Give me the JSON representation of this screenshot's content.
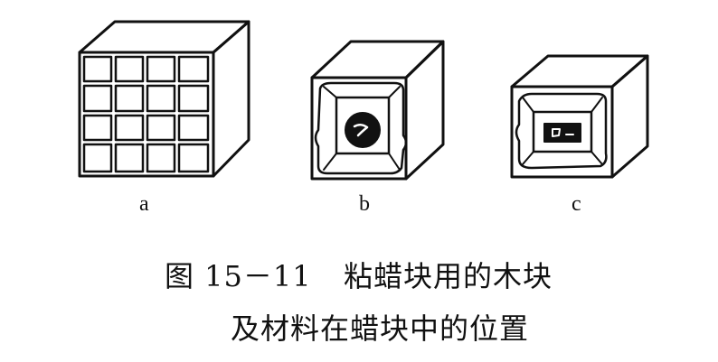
{
  "figure": {
    "panels": [
      {
        "label": "a"
      },
      {
        "label": "b"
      },
      {
        "label": "c"
      }
    ],
    "caption": {
      "number": "图 15－11",
      "line1": "粘蜡块用的木块",
      "line2": "及材料在蜡块中的位置"
    }
  }
}
